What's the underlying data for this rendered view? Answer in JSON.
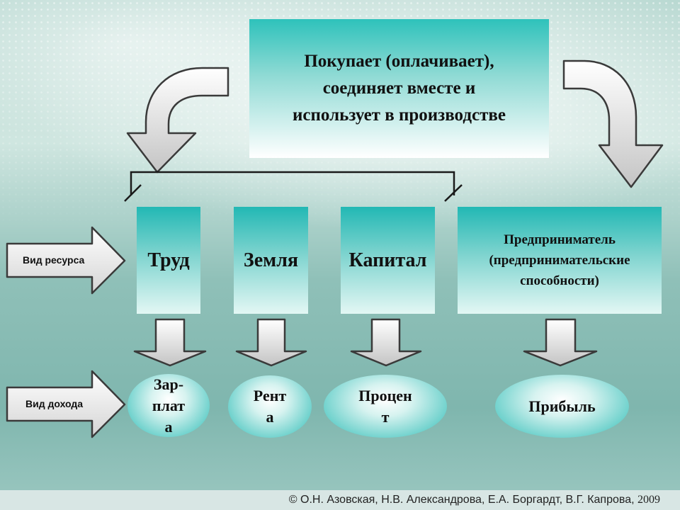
{
  "top_box": {
    "lines": [
      "Покупает (оплачивает),",
      "соединяет вместе и",
      "использует в производстве"
    ]
  },
  "side_labels": {
    "resource": "Вид ресурса",
    "income": "Вид дохода"
  },
  "resources": [
    {
      "label": "Труд"
    },
    {
      "label": "Земля"
    },
    {
      "label": "Капитал"
    },
    {
      "lines": [
        "Предприниматель",
        "(предпринимательские",
        "способности)"
      ]
    }
  ],
  "incomes": [
    {
      "lines": [
        "Зар-",
        "плат",
        "а"
      ]
    },
    {
      "lines": [
        "Рент",
        "а"
      ]
    },
    {
      "lines": [
        "Процен",
        "т"
      ]
    },
    {
      "lines": [
        "Прибыль"
      ]
    }
  ],
  "footer": {
    "authors": "© О.Н. Азовская, Н.В. Александрова, Е.А. Боргардт, В.Г. Капрова,",
    "year": "2009"
  }
}
